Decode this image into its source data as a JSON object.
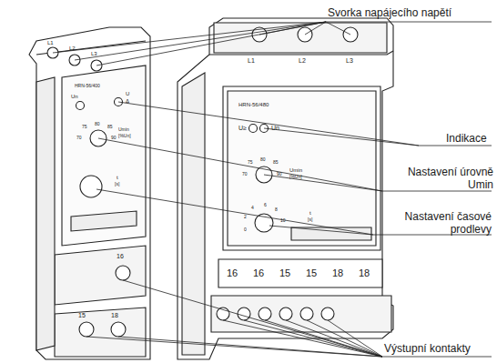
{
  "diagram": {
    "labels": [
      "Svorka napájecího napětí",
      "Indikace",
      "Nastavení úrovně Umin",
      "Nastavení časové prodlevy",
      "Výstupní kontakty",
      "L1",
      "L2",
      "L3",
      "HRN-56/480",
      "U≥",
      "Un",
      "75",
      "80",
      "85",
      "70",
      "90",
      "Umin",
      "[%Un]",
      "0",
      "2",
      "4",
      "6",
      "8",
      "10",
      "t",
      "[s]",
      "16",
      "16",
      "15",
      "15",
      "18",
      "18",
      "L1",
      "L2",
      "L3",
      "HRN-56/400",
      "Un",
      "U",
      "Δ",
      "75",
      "80",
      "85",
      "70",
      "90",
      "Umin",
      "[%Un]",
      "t",
      "[s]",
      "16",
      "15",
      "18"
    ]
  }
}
